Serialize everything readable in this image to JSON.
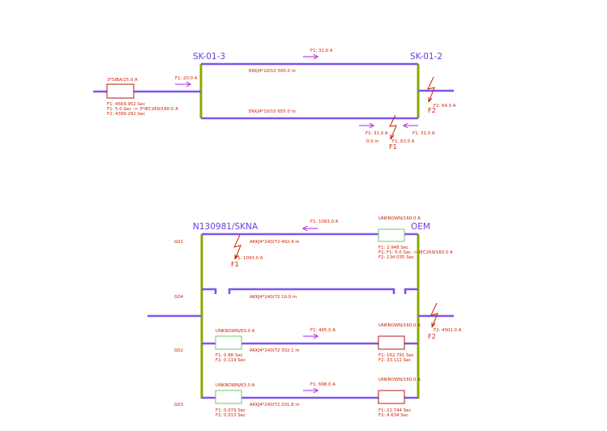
{
  "diagram1": {
    "bus_left": "SK-01-3",
    "bus_right": "SK-01-2",
    "top_flow": "F1: 31.0 A",
    "cable1": "EKKJ4*10/10  500.0 m",
    "cable2": "EKKJ4*10/10  655.0 m",
    "relay_name": "3*SIBA/25.0 A",
    "feed_flow": "F1: 20.0 A",
    "relay_info": [
      "F1: 4569.952 Sec",
      "F1: 5.0 Sec -> 3*IEC269/160.0 A",
      "F2: 4399.292 Sec"
    ],
    "f2_current": "F2: 64.0 A",
    "f2_label": "F2",
    "bottom_flow_left": "F1: 31.0 A",
    "bottom_flow_right": "F1: 31.0 A",
    "dist": "0.0 m",
    "f1_current": "F1: 63.0 A",
    "f1_label": "F1"
  },
  "diagram2": {
    "bus_left": "N130981/SKNA",
    "bus_right": "OEM",
    "top_flow": "F1: 1093.0 A",
    "unknown_top": "UNKNOWN/160.0 A",
    "g01": {
      "label": "G01",
      "cable": "AKKJ4*240/72  402.4 m",
      "fault_current": "F1: 1093.0 A",
      "fault_label": "F1",
      "info": [
        "F1: 2.948 Sec",
        "F1: F1: 5.0 Sec -> IEC269/160.0 A",
        "F2: 134.035 Sec"
      ]
    },
    "g04": {
      "label": "G04",
      "cable": "AKKJ4*240/72  10.0 m"
    },
    "f2_current": "F2: 4002.0 A",
    "f2_label": "F2",
    "g02": {
      "label": "G02",
      "fuse_left": "UNKNOWN/63.0 A",
      "flow": "F1: 465.0 A",
      "fuse_right": "UNKNOWN/160.0 A",
      "cable": "AKKJ4*240/72  302.1 m",
      "left_info": [
        "F1: 0.88 Sec",
        "F2: 0.119 Sec"
      ],
      "right_info": [
        "F1: 162.791 Sec",
        "F2: 33.112 Sec"
      ]
    },
    "g03": {
      "label": "G03",
      "fuse_left": "UNKNOWN/63.0 A",
      "flow": "F1: 698.0 A",
      "fuse_right": "UNKNOWN/160.0 A",
      "cable": "AKKJ4*240/72  201.8 m",
      "left_info": [
        "F1: 0.079 Sec",
        "F2: 0.013 Sec"
      ],
      "right_info": [
        "F1: 22.744 Sec",
        "F2: 4.634 Sec"
      ]
    }
  }
}
